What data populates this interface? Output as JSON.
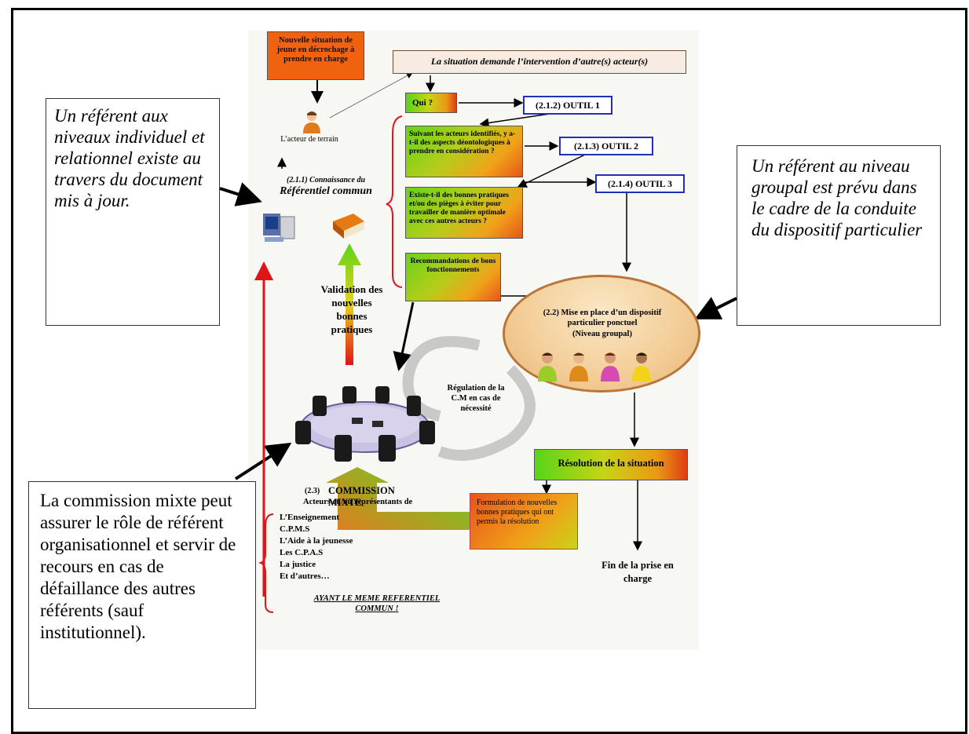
{
  "notes": {
    "left_top": "Un référent aux niveaux individuel et relationnel existe au travers du document mis à jour.",
    "right": "Un référent au niveau groupal est prévu dans le cadre de la conduite du dispositif particulier",
    "left_bottom": "La commission mixte peut assurer le rôle de référent organisationnel et servir de recours en cas de défaillance des autres référents (sauf institutionnel)."
  },
  "boxes": {
    "nouvelle_situation": "Nouvelle situation de jeune en décrochage à prendre en charge",
    "intervention": "La situation demande l’intervention d’autre(s) acteur(s)",
    "qui": "Qui ?",
    "outil1": "(2.1.2) OUTIL 1",
    "suivant": "Suivant les acteurs identifiés, y a-t-il des aspects déontologiques à prendre en considération ?",
    "outil2": "(2.1.3) OUTIL 2",
    "existe": "Existe-t-il des bonnes pratiques et/ou des pièges à éviter pour travailler de manière optimale avec ces autres acteurs ?",
    "outil3": "(2.1.4) OUTIL 3",
    "recommandations": "Recommandations de bons fonctionnements",
    "resolution": "Résolution de la situation",
    "formulation": "Formulation de nouvelles bonnes pratiques qui ont permis la résolution"
  },
  "labels": {
    "acteur": "L’acteur de terrain",
    "connaissance": "(2.1.1) Connaissance du",
    "referentiel": "Référentiel commun",
    "validation": "Validation des nouvelles bonnes pratiques",
    "mise_en_place": "(2.2) Mise en place d’un dispositif particulier ponctuel",
    "niveau_groupal": "(Niveau groupal)",
    "regulation": "Régulation de la C.M en cas de nécessité",
    "commission_num": "(2.3)",
    "commission_title": "COMMISSION MIXTE",
    "acteurs_rep": "Acteurs et /ou représentants de",
    "fin": "Fin de la prise en charge",
    "ayant": "AYANT LE MEME REFERENTIEL COMMUN !"
  },
  "commission_members": [
    "L’Enseignement",
    "C.P.M.S",
    "L’Aide à la jeunesse",
    "Les C.P.A.S",
    "La justice",
    "Et d’autres…"
  ],
  "icons": {
    "acteur": "person-icon",
    "computer": "computer-icon",
    "book": "book-icon",
    "table": "meeting-table-icon",
    "group": "group-people-icon"
  },
  "colors": {
    "orange": "#f0620f",
    "green": "#58d418",
    "outil_border": "#2230b8",
    "red_arrow": "#e0141a"
  }
}
